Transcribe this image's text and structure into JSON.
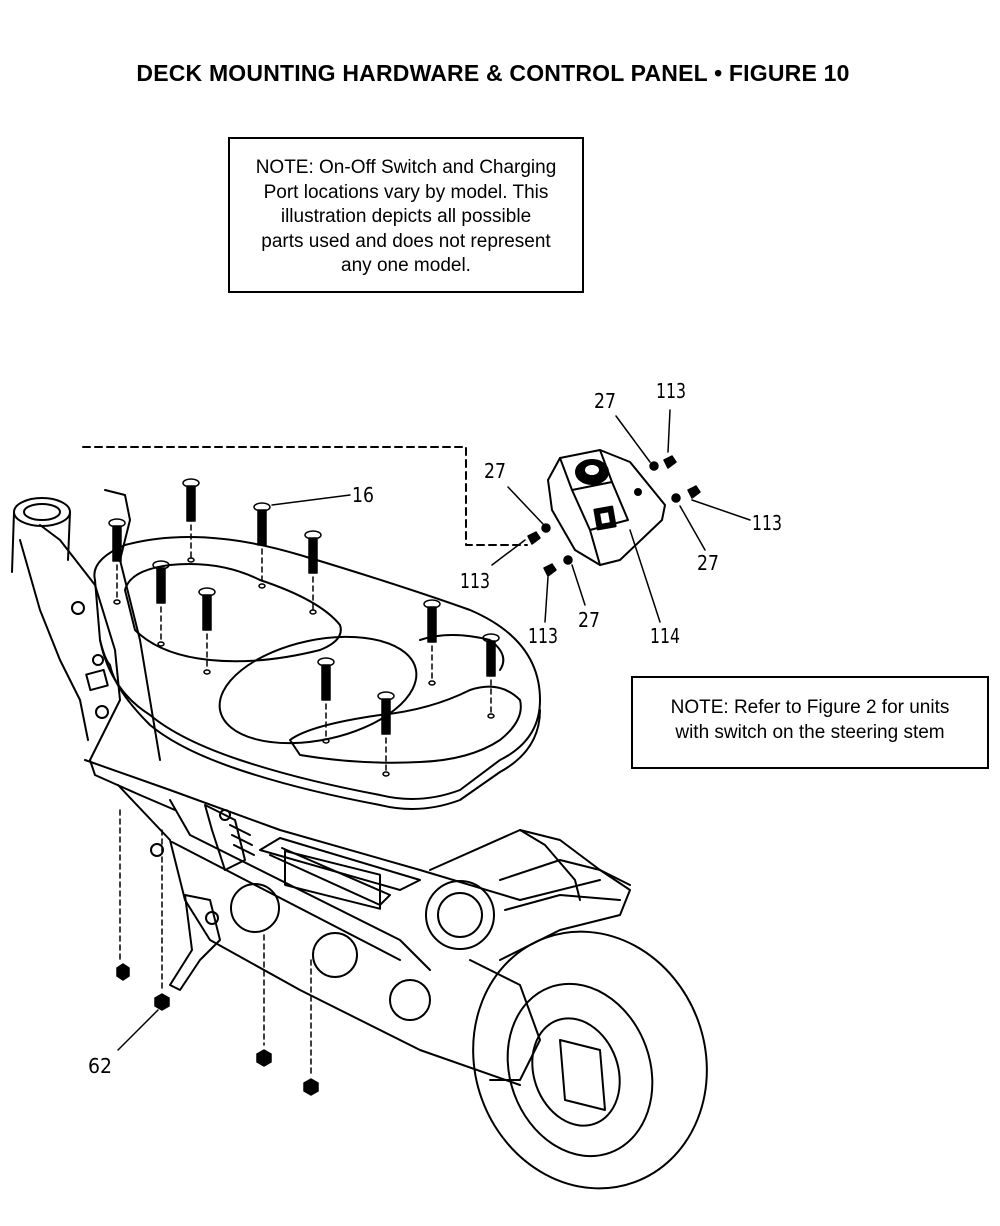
{
  "title": "DECK MOUNTING HARDWARE & CONTROL PANEL  •  FIGURE 10",
  "note_top": {
    "lines": [
      "NOTE: On-Off Switch and Charging",
      "Port locations vary by model. This",
      "illustration depicts all possible",
      "parts used and does not represent",
      "any one model."
    ]
  },
  "note_side": {
    "lines": [
      "NOTE: Refer to Figure 2 for units",
      "with switch on the steering stem"
    ]
  },
  "callouts": {
    "deck_screw": "16",
    "washer_a": "27",
    "washer_b": "27",
    "washer_c": "27",
    "washer_d": "27",
    "screw_a": "113",
    "screw_b": "113",
    "screw_c": "113",
    "screw_d": "113",
    "control_panel": "114",
    "nut": "62"
  }
}
